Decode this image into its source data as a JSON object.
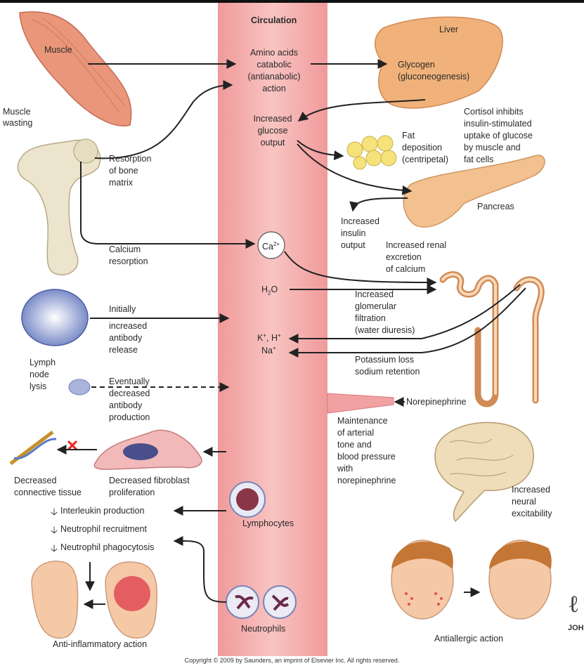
{
  "labels": {
    "circulation": "Circulation",
    "muscle": "Muscle",
    "muscle_wasting_1": "Muscle",
    "muscle_wasting_2": "wasting",
    "amino_1": "Amino acids",
    "amino_2": "catabolic",
    "amino_3": "(antianabolic)",
    "amino_4": "action",
    "liver": "Liver",
    "glycogen_1": "Glycogen",
    "glycogen_2": "(gluconeogenesis)",
    "glucose_1": "Increased",
    "glucose_2": "glucose",
    "glucose_3": "output",
    "fat_1": "Fat",
    "fat_2": "deposition",
    "fat_3": "(centripetal)",
    "cortisol_1": "Cortisol inhibits",
    "cortisol_2": "insulin-stimulated",
    "cortisol_3": "uptake of glucose",
    "cortisol_4": "by muscle and",
    "cortisol_5": "fat cells",
    "bone_1": "Resorption",
    "bone_2": "of bone",
    "bone_3": "matrix",
    "pancreas": "Pancreas",
    "insulin_1": "Increased",
    "insulin_2": "insulin",
    "insulin_3": "output",
    "calcium_1": "Calcium",
    "calcium_2": "resorption",
    "ca_base": "Ca",
    "ca_sup": "2+",
    "renal_1": "Increased renal",
    "renal_2": "excretion",
    "renal_3": "of calcium",
    "h2o_h": "H",
    "h2o_sub": "2",
    "h2o_o": "O",
    "glom_1": "Increased",
    "glom_2": "glomerular",
    "glom_3": "filtration",
    "glom_4": "(water diuresis)",
    "initially_1": "Initially",
    "initially_2": "increased",
    "initially_3": "antibody",
    "initially_4": "release",
    "kh_k": "K",
    "kh_sup1": "+",
    "kh_mid": ", H",
    "kh_sup2": "+",
    "na_base": "Na",
    "na_sup": "+",
    "lymph_1": "Lymph",
    "lymph_2": "node",
    "lymph_3": "lysis",
    "potassium_1": "Potassium loss",
    "potassium_2": "sodium retention",
    "eventually_1": "Eventually",
    "eventually_2": "decreased",
    "eventually_3": "antibody",
    "eventually_4": "production",
    "norepinephrine": "Norepinephrine",
    "maint_1": "Maintenance",
    "maint_2": "of arterial",
    "maint_3": "tone and",
    "maint_4": "blood pressure",
    "maint_5": "with",
    "maint_6": "norepinephrine",
    "conn_1": "Decreased",
    "conn_2": "connective tissue",
    "fibro_1": "Decreased fibroblast",
    "fibro_2": "proliferation",
    "neural_1": "Increased",
    "neural_2": "neural",
    "neural_3": "excitability",
    "lymphocytes": "Lymphocytes",
    "interleukin": "Interleukin production",
    "neutrophil_recruit": "Neutrophil recruitment",
    "neutrophil_phago": "Neutrophil phagocytosis",
    "neutrophils": "Neutrophils",
    "anti_inflammatory": "Anti-inflammatory action",
    "antiallergic": "Antiallergic action",
    "copyright": "Copyright © 2009 by Saunders, an imprint of Elsevier Inc. All rights reserved.",
    "jo": "JOH"
  },
  "colors": {
    "circulation_band": "#f4a9a8",
    "circulation_edge": "#e57f80",
    "muscle": "#e9967a",
    "liver": "#f0b27a",
    "fat": "#f6e27a",
    "pancreas": "#f3c08f",
    "bone": "#ece4cc",
    "kidney": "#f2c49a",
    "lymph": "#6b7dbd",
    "brain": "#efdcb8",
    "skin": "#f5c9a5",
    "arrow": "#222222"
  }
}
